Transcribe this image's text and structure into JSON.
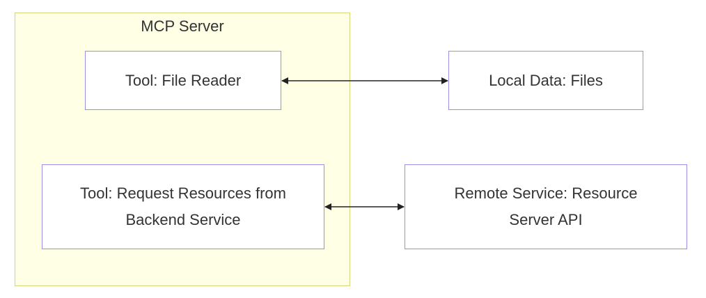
{
  "diagram": {
    "group": {
      "title": "MCP Server",
      "fill": "#feffe4",
      "border": "#d4d77a"
    },
    "nodes": {
      "tool_file_reader": "Tool: File Reader",
      "tool_request_resources": "Tool: Request Resources from Backend Service",
      "local_data": "Local Data: Files",
      "remote_service": "Remote Service: Resource Server API"
    },
    "node_border": "#9b8ee6",
    "edges": [
      {
        "from": "tool_file_reader",
        "to": "local_data",
        "direction": "bidirectional"
      },
      {
        "from": "tool_request_resources",
        "to": "remote_service",
        "direction": "bidirectional"
      }
    ],
    "edge_color": "#222222"
  }
}
